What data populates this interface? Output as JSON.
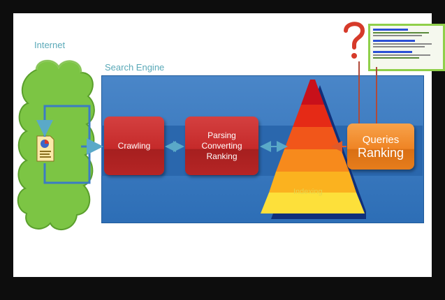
{
  "diagram": {
    "internet_label": "Internet",
    "search_engine_label": "Search Engine",
    "crawling_label": "Crawling",
    "parsing_lines": [
      "Parsing",
      "Converting",
      "Ranking"
    ],
    "queries_label": "Queries",
    "ranking_label": "Ranking",
    "indexing_label": "Indexing"
  },
  "colors": {
    "cloud": "#7cc544",
    "engine_blue": "#3b7cc4",
    "red_box": "#c52a2a",
    "orange_box": "#ef8424",
    "arrow": "#5aa9c8"
  }
}
